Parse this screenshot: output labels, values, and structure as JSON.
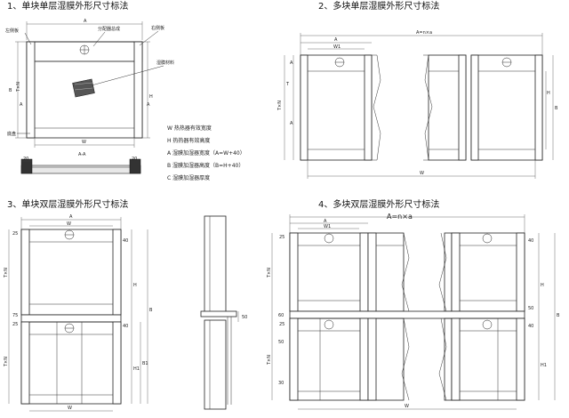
{
  "sections": {
    "s1": "1、单块单层湿膜外形尺寸标法",
    "s2": "2、多块单层湿膜外形尺寸标法",
    "s3": "3、单块双层湿膜外形尺寸标法",
    "s4": "4、多块双层湿膜外形尺寸标法"
  },
  "callouts": {
    "left_side_plate": "左侧板",
    "distributor": "分配器总成",
    "right_side_plate": "右侧板",
    "media": "湿膜材料",
    "drain_tray": "底盘"
  },
  "legend": [
    "W  热热器有效宽度",
    "H  热热器有效高度",
    "A  湿膜加湿器宽度（A=W+40）",
    "B  湿膜加湿器高度（B=H+40）",
    "C  湿膜加湿器厚度"
  ],
  "dims": {
    "A": "A",
    "W": "W",
    "W1": "W1",
    "B": "B",
    "H": "H",
    "H1": "H1",
    "B1": "B1",
    "T": "T",
    "TxN": "T×N",
    "section_AA": "A-A",
    "A_n_a": "A=n×a",
    "A_n_a_small": "A=n×a",
    "n20": "20",
    "n25": "25",
    "n30": "30",
    "n40": "40",
    "n50": "50",
    "n60": "60",
    "n75": "75",
    "n25b": "25"
  }
}
